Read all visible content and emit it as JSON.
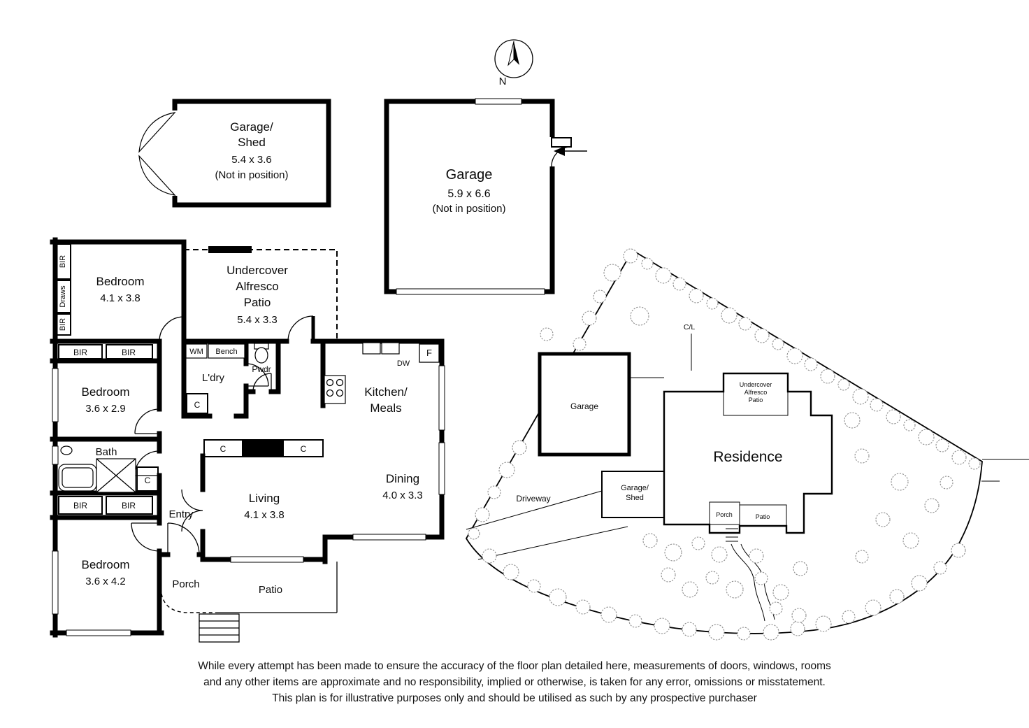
{
  "compass": {
    "north_label": "N"
  },
  "outbuildings": {
    "garage_shed": {
      "line1": "Garage/",
      "line2": "Shed",
      "size": "5.4 x 3.6",
      "note": "(Not in position)"
    },
    "garage": {
      "name": "Garage",
      "size": "5.9 x 6.6",
      "note": "(Not in position)"
    }
  },
  "floorplan": {
    "bedroom1": {
      "name": "Bedroom",
      "size": "4.1 x 3.8"
    },
    "bedroom2": {
      "name": "Bedroom",
      "size": "3.6 x 2.9"
    },
    "bedroom3": {
      "name": "Bedroom",
      "size": "3.6 x 4.2"
    },
    "living": {
      "name": "Living",
      "size": "4.1 x 3.8"
    },
    "dining": {
      "name": "Dining",
      "size": "4.0 x 3.3"
    },
    "kitchen": {
      "line1": "Kitchen/",
      "line2": "Meals"
    },
    "alfresco": {
      "line1": "Undercover",
      "line2": "Alfresco",
      "line3": "Patio",
      "size": "5.4 x 3.3"
    },
    "bath": "Bath",
    "entry": "Entry",
    "porch": "Porch",
    "patio": "Patio",
    "laundry": "L'dry",
    "powder": "Pwdr",
    "wm": "WM",
    "bench": "Bench",
    "bir": "BIR",
    "draws": "Draws",
    "cupboard": "C",
    "fridge": "F",
    "dishwasher": "DW"
  },
  "siteplan": {
    "residence": "Residence",
    "garage": "Garage",
    "garage_shed": {
      "line1": "Garage/",
      "line2": "Shed"
    },
    "driveway": "Driveway",
    "alfresco": {
      "line1": "Undercover",
      "line2": "Alfresco",
      "line3": "Patio"
    },
    "porch": "Porch",
    "patio": "Patio",
    "crossing": "C/L"
  },
  "disclaimer": {
    "line1": "While every attempt has been made to ensure the accuracy of the floor plan detailed here, measurements of doors, windows, rooms",
    "line2": "and any other items are approximate and no responsibility, implied or otherwise, is taken for any error, omissions or misstatement.",
    "line3": "This plan is for illustrative purposes only and should be utilised as such by any prospective purchaser"
  }
}
